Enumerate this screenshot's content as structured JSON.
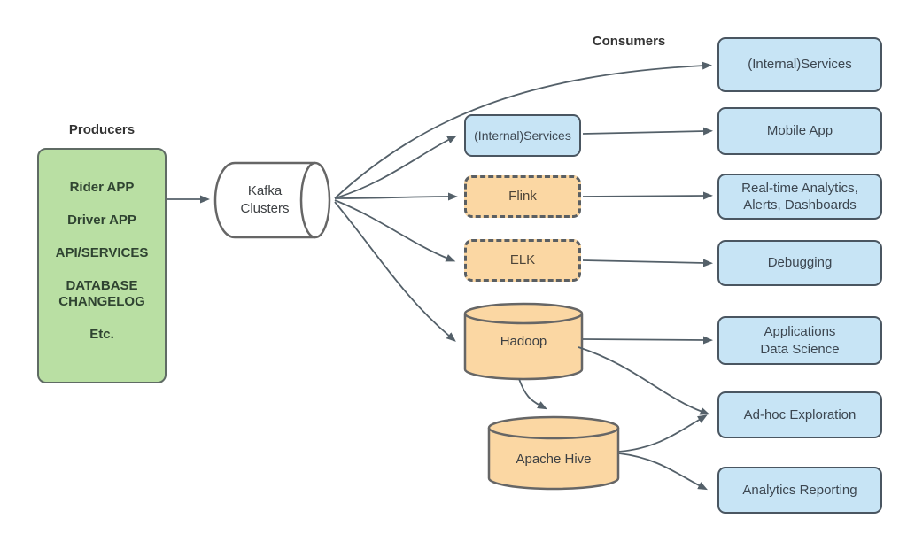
{
  "headings": {
    "producers": "Producers",
    "consumers": "Consumers"
  },
  "producers": {
    "items": [
      "Rider APP",
      "Driver APP",
      "API/SERVICES",
      "DATABASE\nCHANGELOG",
      "Etc."
    ]
  },
  "kafka": {
    "label": "Kafka\nClusters",
    "shape": "horizontal-cylinder",
    "fill": "#ffffff"
  },
  "middle_nodes": {
    "internal_services": {
      "label": "(Internal)Services",
      "shape": "rounded-rect",
      "fill": "#c7e4f5"
    },
    "flink": {
      "label": "Flink",
      "shape": "dashed-rounded-rect",
      "fill": "#fbd7a3"
    },
    "elk": {
      "label": "ELK",
      "shape": "dashed-rounded-rect",
      "fill": "#fbd7a3"
    },
    "hadoop": {
      "label": "Hadoop",
      "shape": "cylinder",
      "fill": "#fbd7a3"
    },
    "apache_hive": {
      "label": "Apache Hive",
      "shape": "cylinder",
      "fill": "#fbd7a3"
    }
  },
  "consumer_nodes": [
    {
      "label": "(Internal)Services"
    },
    {
      "label": "Mobile App"
    },
    {
      "label": "Real-time Analytics,\nAlerts, Dashboards"
    },
    {
      "label": "Debugging"
    },
    {
      "label": "Applications\nData Science"
    },
    {
      "label": "Ad-hoc Exploration"
    },
    {
      "label": "Analytics Reporting"
    }
  ],
  "edges": [
    {
      "from": "producers",
      "to": "kafka"
    },
    {
      "from": "kafka",
      "to": "internal_services_consumer"
    },
    {
      "from": "kafka",
      "to": "internal_services_middle"
    },
    {
      "from": "kafka",
      "to": "flink"
    },
    {
      "from": "kafka",
      "to": "elk"
    },
    {
      "from": "kafka",
      "to": "hadoop"
    },
    {
      "from": "internal_services_middle",
      "to": "mobile_app"
    },
    {
      "from": "flink",
      "to": "realtime_analytics"
    },
    {
      "from": "elk",
      "to": "debugging"
    },
    {
      "from": "hadoop",
      "to": "applications_data_science"
    },
    {
      "from": "hadoop",
      "to": "adhoc_exploration"
    },
    {
      "from": "hadoop",
      "to": "apache_hive"
    },
    {
      "from": "apache_hive",
      "to": "adhoc_exploration"
    },
    {
      "from": "apache_hive",
      "to": "analytics_reporting"
    }
  ],
  "colors": {
    "producer_fill": "#b9dfa3",
    "consumer_fill": "#c7e4f5",
    "stream_fill": "#fbd7a3",
    "kafka_fill": "#ffffff",
    "node_border": "#4a5661",
    "cylinder_border": "#666666",
    "arrow": "#546069",
    "background": "#ffffff"
  }
}
